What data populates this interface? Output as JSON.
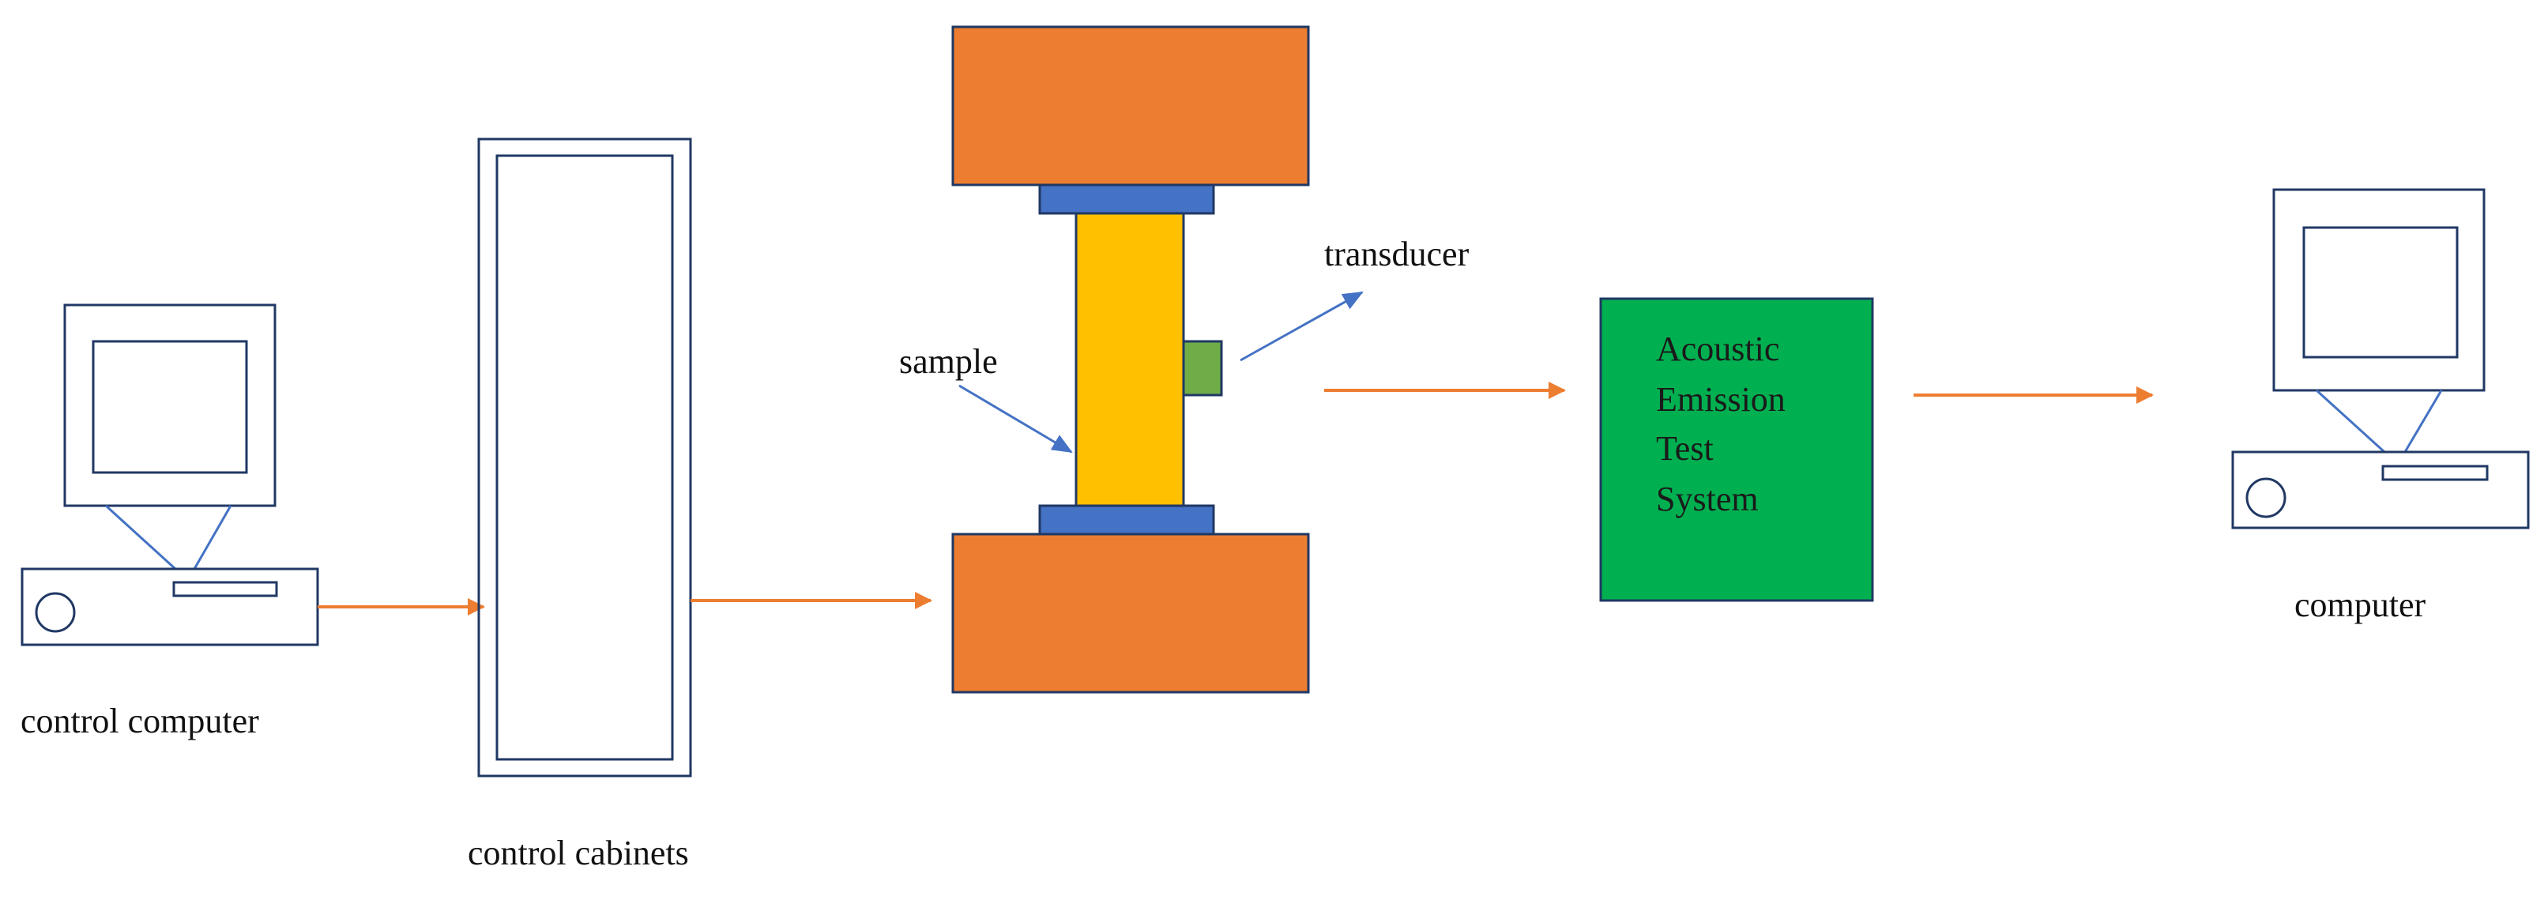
{
  "labels": {
    "control_computer": "control computer",
    "control_cabinets": "control cabinets",
    "sample": "sample",
    "transducer": "transducer",
    "computer": "computer"
  },
  "ae_system": {
    "line1": "Acoustic",
    "line2": "Emission",
    "line3": "Test",
    "line4": "System"
  },
  "colors": {
    "press_plates": "#ED7D31",
    "spacers": "#4472C4",
    "sample": "#FFC000",
    "transducer": "#70AD47",
    "ae_box": "#00B050",
    "outline": "#203864",
    "flow_arrows": "#ED7D31",
    "pointer_arrows": "#4472C4"
  }
}
